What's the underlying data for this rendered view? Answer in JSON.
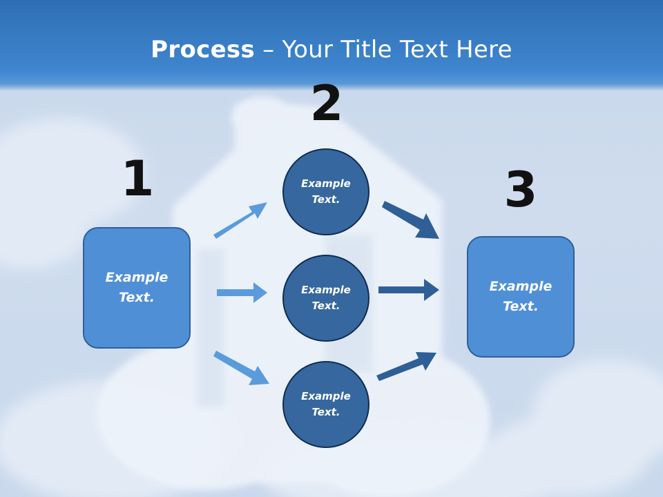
{
  "title": {
    "bold": "Process",
    "rest": " – Your Title Text Here"
  },
  "steps": [
    {
      "number": "1",
      "text": "Example Text."
    },
    {
      "number": "2",
      "circles": [
        "Example Text.",
        "Example Text.",
        "Example Text."
      ]
    },
    {
      "number": "3",
      "text": "Example Text."
    }
  ],
  "colors": {
    "box_fill": "#4f8fd6",
    "circle_fill": "#36679e",
    "arrow_light": "#5b9bdc",
    "arrow_dark": "#2f5f96"
  }
}
